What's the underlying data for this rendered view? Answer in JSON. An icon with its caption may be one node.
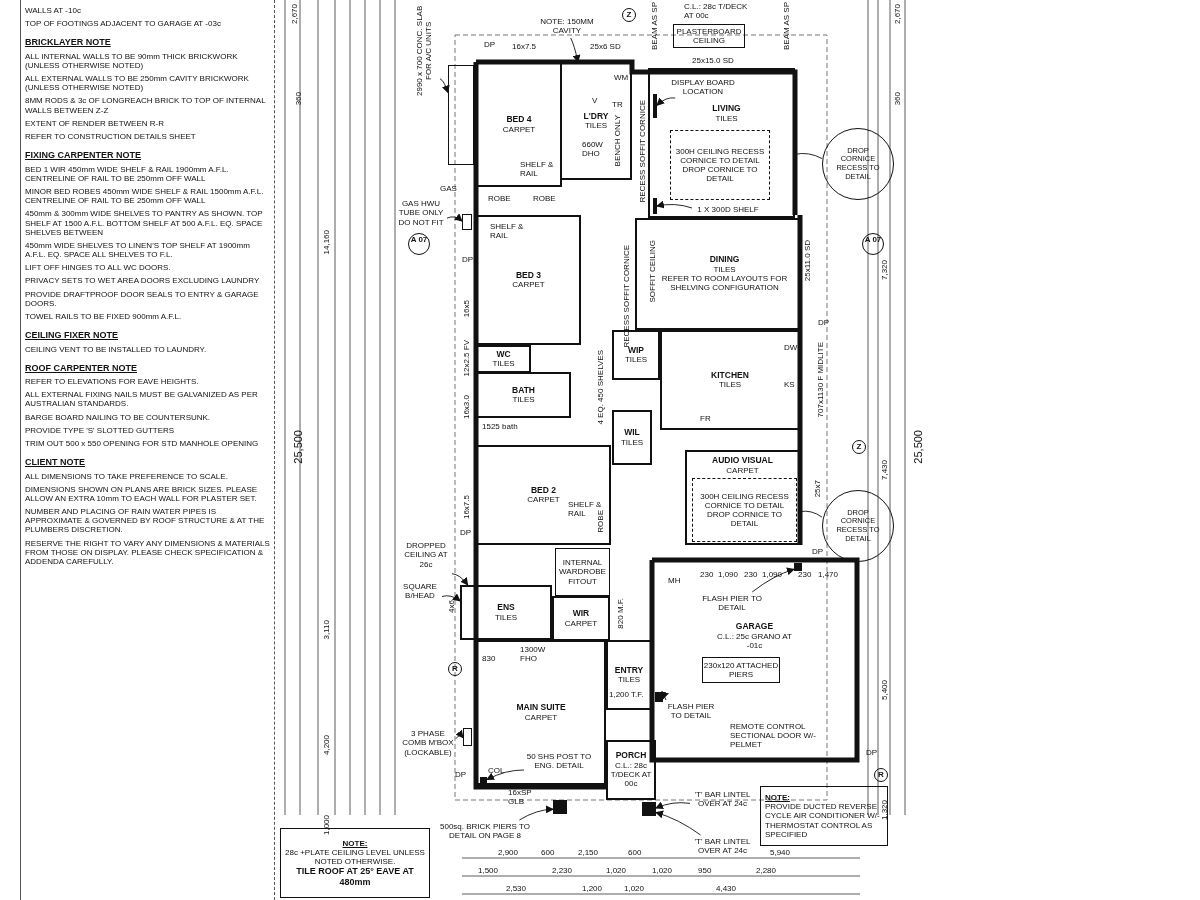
{
  "diagram": {
    "nodes": [
      {
        "text": [
          "WALLS AT -10c",
          "TOP OF FOOTINGS ADJACENT TO GARAGE AT -03c",
          "BRICKLAYER NOTE",
          "ALL INTERNAL WALLS TO BE 90mm THICK BRICKWORK (UNLESS OTHERWISE NOTED)",
          "ALL EXTERNAL WALLS TO BE 250mm CAVITY BRICKWORK (UNLESS OTHERWISE NOTED)",
          "8MM RODS & 3c OF LONGREACH BRICK TO TOP OF INTERNAL WALLS BETWEEN Z-Z",
          "EXTENT OF RENDER BETWEEN R-R",
          "REFER TO CONSTRUCTION DETAILS SHEET",
          "FIXING CARPENTER NOTE",
          "BED 1 WIR 450mm WIDE SHELF & RAIL 1900mm A.F.L. CENTRELINE OF RAIL TO BE 250mm OFF WALL",
          "MINOR BED ROBES 450mm WIDE SHELF & RAIL 1500mm A.F.L. CENTRELINE OF RAIL TO BE 250mm OFF WALL",
          "450mm & 300mm WIDE SHELVES TO PANTRY AS SHOWN. TOP SHELF AT 1500 A.F.L. BOTTOM SHELF AT 500 A.F.L. EQ. SPACE SHELVES BETWEEN",
          "450mm WIDE SHELVES TO LINEN'S TOP SHELF AT 1900mm A.F.L. EQ. SPACE ALL SHELVES TO F.L.",
          "LIFT OFF HINGES TO ALL WC DOORS.",
          "PRIVACY SETS TO WET AREA DOORS EXCLUDING LAUNDRY",
          "PROVIDE DRAFTPROOF DOOR SEALS TO ENTRY & GARAGE DOORS.",
          "TOWEL RAILS TO BE FIXED 900mm A.F.L.",
          "CEILING FIXER NOTE",
          "CEILING VENT TO BE INSTALLED TO LAUNDRY.",
          "ROOF CARPENTER NOTE",
          "REFER TO ELEVATIONS FOR EAVE HEIGHTS.",
          "ALL EXTERNAL FIXING NAILS MUST BE GALVANIZED AS PER AUSTRALIAN STANDARDS.",
          "BARGE BOARD NAILING TO BE COUNTERSUNK.",
          "PROVIDE TYPE 'S' SLOTTED GUTTERS",
          "TRIM OUT 500 x 550 OPENING FOR STD MANHOLE OPENING",
          "CLIENT NOTE",
          "ALL DIMENSIONS TO TAKE PREFERENCE TO SCALE.",
          "DIMENSIONS SHOWN ON PLANS ARE BRICK SIZES. PLEASE ALLOW AN EXTRA 10mm TO EACH WALL FOR PLASTER SET.",
          "NUMBER AND PLACING OF RAIN WATER PIPES IS APPROXIMATE & GOVERNED BY ROOF STRUCTURE & AT THE PLUMBERS DISCRETION.",
          "RESERVE THE RIGHT TO VARY ANY DIMENSIONS & MATERIALS FROM THOSE ON DISPLAY. PLEASE CHECK SPECIFICATION & ADDENDA CAREFULLY."
        ]
      },
      {
        "text": [
          "PLASTERBOARD CEILING"
        ]
      },
      {
        "text": [
          "BED 4",
          "CARPET"
        ]
      },
      {
        "text": [
          "L'DRY",
          "TILES"
        ]
      },
      {
        "text": [
          "LIVING",
          "TILES"
        ]
      },
      {
        "text": [
          "300H CEILING RECESS CORNICE TO DETAIL",
          "DROP CORNICE TO DETAIL"
        ],
        "in": 4
      },
      {
        "text": [
          "DINING",
          "TILES",
          "REFER TO ROOM LAYOUTS FOR SHELVING CONFIGURATION"
        ]
      },
      {
        "text": [
          "BED 3",
          "CARPET"
        ]
      },
      {
        "text": [
          "WC",
          "TILES"
        ]
      },
      {
        "text": [
          "BATH",
          "TILES"
        ]
      },
      {
        "text": [
          "WIP",
          "TILES"
        ]
      },
      {
        "text": [
          "KITCHEN",
          "TILES"
        ]
      },
      {
        "text": [
          "WIL",
          "TILES"
        ]
      },
      {
        "text": [
          "BED 2",
          "CARPET"
        ]
      },
      {
        "text": [
          "AUDIO VISUAL",
          "CARPET"
        ]
      },
      {
        "text": [
          "300H CEILING RECESS CORNICE TO DETAIL",
          "DROP CORNICE TO DETAIL"
        ],
        "in": 14
      },
      {
        "text": [
          "INTERNAL WARDROBE FITOUT"
        ]
      },
      {
        "text": [
          "ENS",
          "TILES"
        ]
      },
      {
        "text": [
          "WIR",
          "CARPET"
        ]
      },
      {
        "text": [
          "MAIN SUITE",
          "CARPET"
        ]
      },
      {
        "text": [
          "ENTRY",
          "TILES"
        ]
      },
      {
        "text": [
          "PORCH",
          "C.L.: 28c T/DECK AT 00c"
        ]
      },
      {
        "text": [
          "GARAGE",
          "C.L.: 25c GRANO AT -01c"
        ]
      },
      {
        "text": [
          "230x120 ATTACHED PIERS"
        ],
        "in": 22
      },
      {
        "text": [
          "NOTE:",
          "PROVIDE DUCTED REVERSE CYCLE AIR CONDITIONER W/- THERMOSTAT CONTROL AS SPECIFIED"
        ]
      },
      {
        "text": [
          "NOTE:",
          "28c +PLATE CEILING LEVEL UNLESS NOTED OTHERWISE.",
          "TILE ROOF AT 25° EAVE AT 480mm"
        ]
      },
      {
        "text": [
          "2990 x 700 CONC. SLAB FOR A/C UNITS"
        ]
      },
      {
        "text": [],
        "shape": "box"
      },
      {
        "text": [
          "NOTE: 150MM CAVITY"
        ]
      },
      {
        "text": [
          "GAS HWU TUBE ONLY DO NOT FIT"
        ]
      },
      {
        "text": [
          "DROPPED CEILING AT 26c"
        ]
      },
      {
        "text": [
          "SQUARE B/HEAD"
        ]
      },
      {
        "text": [
          "3 PHASE COMB M'BOX (LOCKABLE)"
        ]
      },
      {
        "text": [
          "500sq. BRICK PIERS TO DETAIL ON PAGE 8"
        ]
      },
      {
        "text": [
          "'T' BAR LINTEL OVER AT 24c"
        ]
      },
      {
        "text": [
          "'T' BAR LINTEL OVER AT 24c"
        ]
      },
      {
        "text": [
          "50 SHS POST TO ENG. DETAIL"
        ],
        "in": 19
      },
      {
        "text": [
          "FLASH PIER TO DETAIL"
        ],
        "in": 22
      },
      {
        "text": [
          "FLASH PIER TO DETAIL"
        ],
        "in": 22
      },
      {
        "text": [
          "DISPLAY BOARD LOCATION"
        ],
        "in": 4
      },
      {
        "text": [
          "1 X 300D SHELF"
        ],
        "in": 4
      },
      {
        "text": [
          "DROP CORNICE RECESS TO DETAIL"
        ]
      },
      {
        "text": [
          "DROP CORNICE RECESS TO DETAIL"
        ]
      },
      {
        "text": [],
        "shape": "box"
      },
      {
        "text": [],
        "shape": "box"
      },
      {
        "text": [],
        "shape": "box",
        "in": 19
      },
      {
        "text": [],
        "shape": "box"
      },
      {
        "text": [],
        "shape": "box"
      },
      {
        "text": [],
        "shape": "box",
        "in": 22
      },
      {
        "text": [],
        "shape": "box",
        "in": 22
      },
      {
        "text": [],
        "shape": "box",
        "in": 4
      },
      {
        "text": [],
        "shape": "box",
        "in": 4
      }
    ],
    "edges": [
      {
        "from": 26,
        "to": 27,
        "arrow": "to"
      },
      {
        "from": 28,
        "to": 3,
        "arrow": "to"
      },
      {
        "from": 29,
        "to": 46,
        "arrow": "to"
      },
      {
        "from": 30,
        "to": 17,
        "arrow": "to"
      },
      {
        "from": 31,
        "to": 17,
        "arrow": "to"
      },
      {
        "from": 32,
        "to": 47,
        "arrow": "to"
      },
      {
        "from": 33,
        "to": 43,
        "arrow": "to"
      },
      {
        "from": 34,
        "to": 44,
        "arrow": "to"
      },
      {
        "from": 35,
        "to": 44,
        "arrow": "to"
      },
      {
        "from": 36,
        "to": 45,
        "arrow": "to"
      },
      {
        "from": 37,
        "to": 48,
        "arrow": "to"
      },
      {
        "from": 38,
        "to": 49,
        "arrow": "to"
      },
      {
        "from": 39,
        "to": 50,
        "arrow": "to"
      },
      {
        "from": 40,
        "to": 51,
        "arrow": "to"
      },
      {
        "from": 41,
        "to": 4,
        "arrow": "none"
      },
      {
        "from": 42,
        "to": 14,
        "arrow": "none"
      }
    ],
    "labels": [
      "C.L.: 28c T/DECK AT 00c",
      "Z",
      "BEAM AS SP",
      "BEAM AS SP",
      "DP",
      "16x7.5",
      "25x6 SD",
      "25x15.0 SD",
      "WM",
      "V",
      "TR",
      "BENCH ONLY",
      "660W DHO",
      "SHELF & RAIL",
      "ROBE",
      "ROBE",
      "SHELF & RAIL",
      "GAS",
      "RECESS SOFFIT CORNICE",
      "RECESS SOFFIT CORNICE",
      "SOFFIT CEILING",
      "A 07",
      "A 07",
      "DP",
      "25x11.0 SD",
      "16x5",
      "12x2.5 FV",
      "16x3.0",
      "16x7.5",
      "DP",
      "4 EQ. 450 SHELVES",
      "FR",
      "DW",
      "KS",
      "707x1130 F MIDLITE",
      "25x7",
      "Z",
      "DP",
      "DP",
      "1525 bath",
      "SHELF & RAIL",
      "ROBE",
      "4x6",
      "1300W FHO",
      "830",
      "R",
      "820 M.F.",
      "1,200 T.F.",
      "DP",
      "16xSP GLB",
      "COL",
      "MH",
      "230",
      "1,090",
      "230",
      "1,090",
      "230",
      "1,470",
      "REMOTE CONTROL SECTIONAL DOOR W/- PELMET",
      "DP",
      "R",
      "2,670",
      "360",
      "25,500",
      "14,160",
      "3,110",
      "4,200",
      "1,000",
      "2,670",
      "360",
      "25,500",
      "7,320",
      "7,430",
      "5,400",
      "1,320",
      "2,900",
      "600",
      "2,150",
      "600",
      "5,940",
      "1,500",
      "2,230",
      "1,020",
      "1,020",
      "950",
      "2,280",
      "2,530",
      "1,200",
      "1,020",
      "4,430"
    ]
  }
}
